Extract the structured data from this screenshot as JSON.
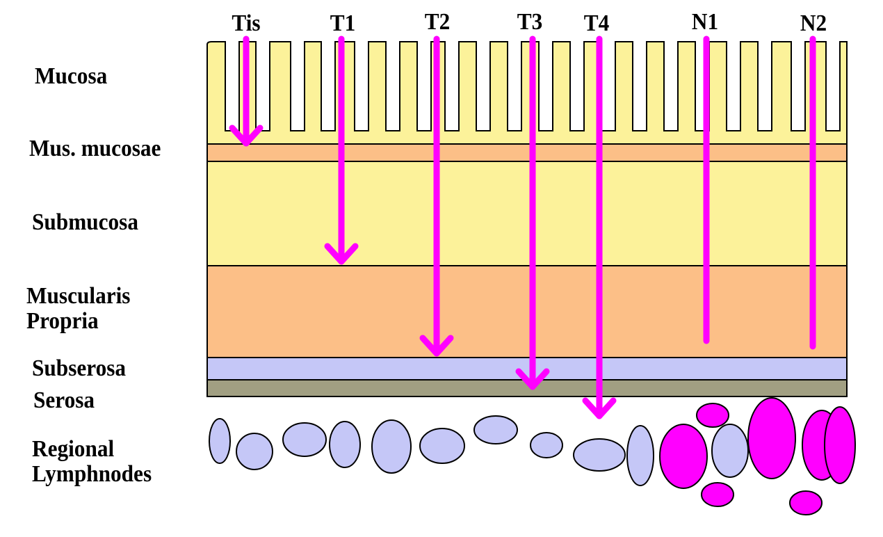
{
  "colors": {
    "mucosa": "#fcf29a",
    "muscularis_mucosae": "#fcbf87",
    "submucosa": "#fcf29a",
    "muscularis_propria": "#fcbf87",
    "subserosa": "#c5c7f7",
    "serosa": "#a19f82",
    "node_normal": "#c5c7f7",
    "node_involved": "#ff00ff",
    "arrow": "#ff00ff",
    "outline": "#000000",
    "background": "#ffffff"
  },
  "layers": [
    {
      "id": "mucosa",
      "label": "Mucosa"
    },
    {
      "id": "muscularis-mucosae",
      "label": "Mus. mucosae"
    },
    {
      "id": "submucosa",
      "label": "Submucosa"
    },
    {
      "id": "muscularis-propria",
      "label_line1": "Muscularis",
      "label_line2": "Propria"
    },
    {
      "id": "subserosa",
      "label": "Subserosa"
    },
    {
      "id": "serosa",
      "label": "Serosa"
    },
    {
      "id": "regional-lymphnodes",
      "label_line1": "Regional",
      "label_line2": "Lymphnodes"
    }
  ],
  "stages": [
    {
      "id": "tis",
      "label": "Tis",
      "depth": "mucosa",
      "arrowhead": true
    },
    {
      "id": "t1",
      "label": "T1",
      "depth": "submucosa",
      "arrowhead": true
    },
    {
      "id": "t2",
      "label": "T2",
      "depth": "muscularis-propria",
      "arrowhead": true
    },
    {
      "id": "t3",
      "label": "T3",
      "depth": "subserosa",
      "arrowhead": true
    },
    {
      "id": "t4",
      "label": "T4",
      "depth": "serosa",
      "arrowhead": true
    },
    {
      "id": "n1",
      "label": "N1",
      "depth": "muscularis-propria",
      "arrowhead": false
    },
    {
      "id": "n2",
      "label": "N2",
      "depth": "muscularis-propria",
      "arrowhead": false
    }
  ]
}
